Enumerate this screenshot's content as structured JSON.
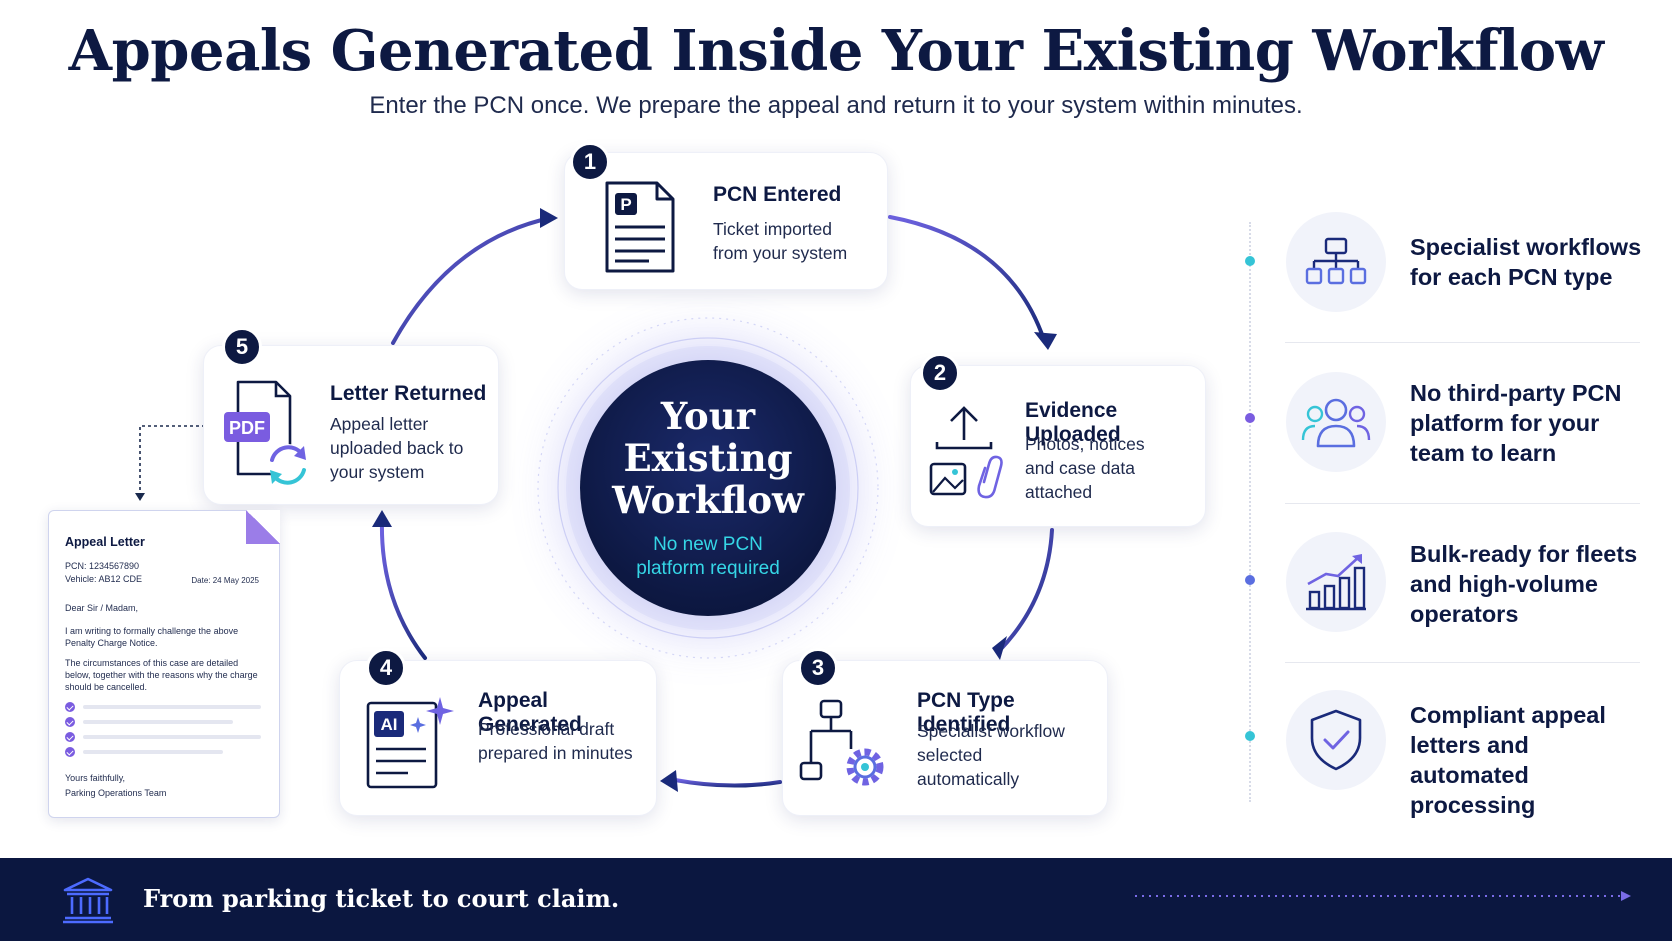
{
  "title": "Appeals Generated Inside Your Existing Workflow",
  "subtitle": "Enter the PCN once. We prepare the appeal and return it to your system within minutes.",
  "center": {
    "title": "Your Existing Workflow",
    "subtitle": "No new PCN platform required"
  },
  "steps": [
    {
      "number": "1",
      "title": "PCN Entered",
      "description": "Ticket imported from your system",
      "icon": "parking-ticket-document-icon",
      "icon_letter": "P"
    },
    {
      "number": "2",
      "title": "Evidence Uploaded",
      "description": "Photos, notices and case data attached",
      "icon": "upload-evidence-icon"
    },
    {
      "number": "3",
      "title": "PCN Type Identified",
      "description": "Specialist workflow selected automatically",
      "icon": "workflow-gear-icon"
    },
    {
      "number": "4",
      "title": "Appeal Generated",
      "description": "Professional draft prepared in minutes",
      "icon": "ai-document-icon",
      "icon_badge": "AI"
    },
    {
      "number": "5",
      "title": "Letter Returned",
      "description": "Appeal letter uploaded back to your system",
      "icon": "pdf-sync-icon",
      "icon_badge": "PDF"
    }
  ],
  "letter": {
    "title": "Appeal Letter",
    "pcn": "PCN: 1234567890",
    "vehicle": "Vehicle: AB12 CDE",
    "date": "Date: 24 May 2025",
    "greeting": "Dear Sir / Madam,",
    "paragraph1": "I am writing to formally challenge the above Penalty Charge Notice.",
    "paragraph2": "The circumstances of this case are detailed below, together with the reasons why the charge should be cancelled.",
    "closing": "Yours faithfully,",
    "signature": "Parking Operations Team"
  },
  "benefits": [
    {
      "text": "Specialist workflows for each PCN type",
      "icon": "hierarchy-icon",
      "dot_color": "#35c4d6"
    },
    {
      "text": "No third-party PCN platform for your team to learn",
      "icon": "team-users-icon",
      "dot_color": "#7a5ce0"
    },
    {
      "text": "Bulk-ready for fleets and high-volume operators",
      "icon": "growth-chart-icon",
      "dot_color": "#5a6ee0"
    },
    {
      "text": "Compliant appeal letters and automated processing",
      "icon": "shield-check-icon",
      "dot_color": "#35c4d6"
    }
  ],
  "footer": {
    "text": "From parking ticket to court claim.",
    "icon": "courthouse-icon"
  },
  "colors": {
    "navy": "#0d1942",
    "accent_purple": "#7a5ce0",
    "accent_cyan": "#35c4d6"
  }
}
